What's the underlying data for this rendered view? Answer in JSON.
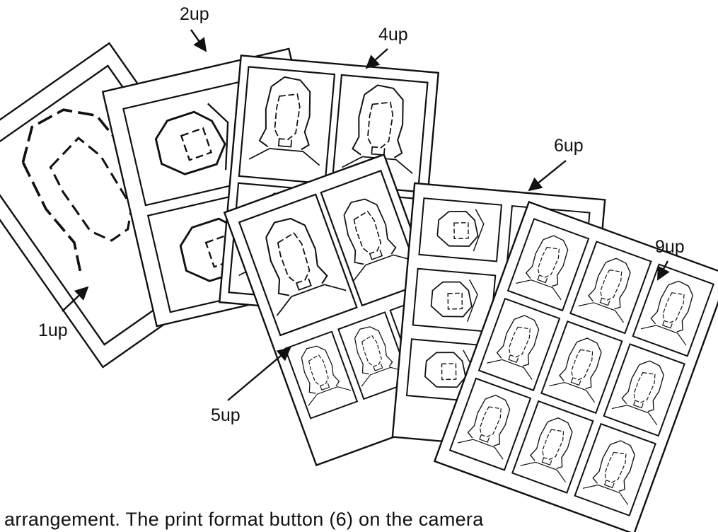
{
  "labels": {
    "one_up": "1up",
    "two_up": "2up",
    "four_up": "4up",
    "five_up": "5up",
    "six_up": "6up",
    "nine_up": "9up"
  },
  "caption": "arrangement.  The print format button (6) on the camera",
  "colors": {
    "ink": "#111111",
    "paper": "#ffffff"
  }
}
